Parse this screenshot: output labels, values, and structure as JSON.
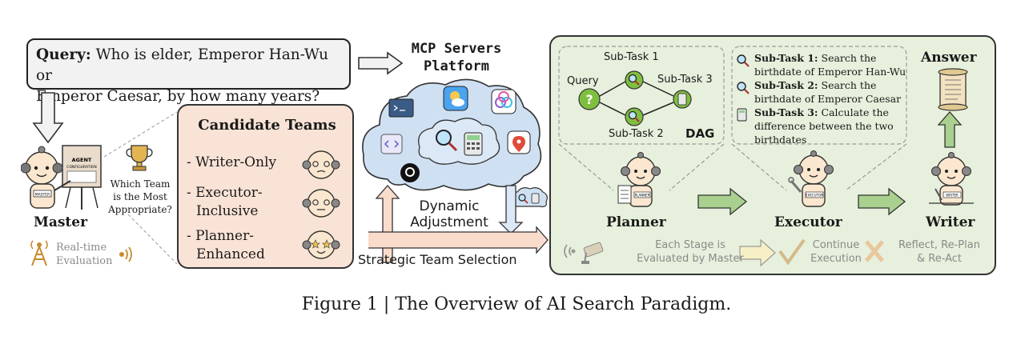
{
  "query": {
    "label": "Query:",
    "text_line1": "Who is elder, Emperor Han-Wu or",
    "text_line2": "Emperor Caesar, by how many years?"
  },
  "master": {
    "name": "Master",
    "sign_line1": "AGENT",
    "sign_line2": "CONFIGURATION",
    "shirt": "MASTER",
    "question_line1": "Which Team",
    "question_line2": "is the Most",
    "question_line3": "Appropriate?",
    "realtime_line1": "Real-time",
    "realtime_line2": "Evaluation"
  },
  "candidates": {
    "title": "Candidate Teams",
    "items": [
      {
        "line1": "- Writer-Only",
        "line2": ""
      },
      {
        "line1": "- Executor-",
        "line2": "Inclusive"
      },
      {
        "line1": "- Planner-",
        "line2": "Enhanced"
      }
    ]
  },
  "mcp": {
    "title_line1": "MCP Servers",
    "title_line2": "Platform",
    "adjust_line1": "Dynamic",
    "adjust_line2": "Adjustment",
    "selection": "Strategic Team Selection"
  },
  "dag": {
    "query": "Query",
    "sub1": "Sub-Task 1",
    "sub2": "Sub-Task 2",
    "sub3": "Sub-Task 3",
    "label": "DAG"
  },
  "subtasks": [
    {
      "label": "Sub-Task 1:",
      "line1": " Search the",
      "line2": "birthdate of Emperor Han-Wu",
      "line3": ""
    },
    {
      "label": "Sub-Task 2:",
      "line1": " Search the",
      "line2": "birthdate of Emperor Caesar",
      "line3": ""
    },
    {
      "label": "Sub-Task 3:",
      "line1": " Calculate the",
      "line2": "difference between the two",
      "line3": "birthdates"
    }
  ],
  "roles": {
    "planner": "Planner",
    "planner_shirt": "PLANNER",
    "executor": "Executor",
    "executor_shirt": "EXECUTOR",
    "writer": "Writer",
    "writer_shirt": "WRITER",
    "answer": "Answer"
  },
  "bottom": {
    "stage_line1": "Each Stage is",
    "stage_line2": "Evaluated by Master",
    "continue_line1": "Continue",
    "continue_line2": "Execution",
    "reflect_line1": "Reflect, Re-Plan",
    "reflect_line2": "& Re-Act"
  },
  "caption": "Figure 1 | The Overview of AI Search Paradigm.",
  "colors": {
    "panel_green": "#e7f0dc",
    "candidate_peach": "#f9e3d6",
    "cloud_blue": "#cfe0f3",
    "arrow_green": "#a9d08e",
    "arrow_peach": "#f9dccb"
  }
}
